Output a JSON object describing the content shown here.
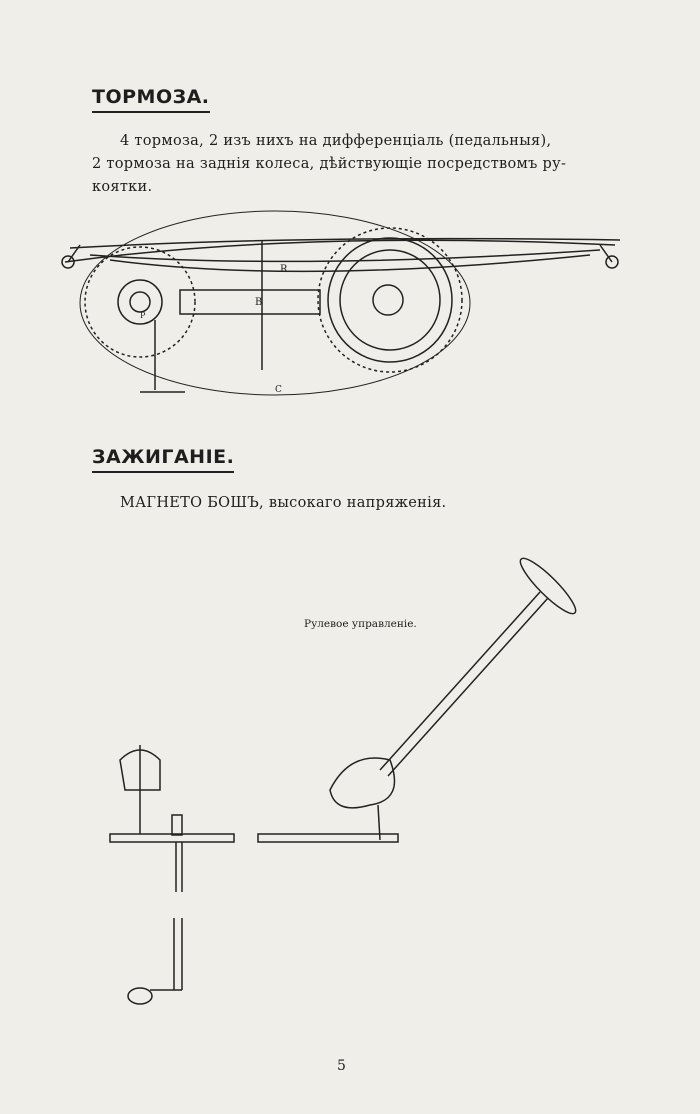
{
  "sections": [
    {
      "heading": "ТОРМОЗА.",
      "lines": [
        "4 тормоза,  2 изъ нихъ  на  дифференціаль (педальныя),",
        "2 тормоза на заднія колеса, дѣйствующіе  посредствомъ ру-",
        "коятки."
      ]
    },
    {
      "heading": "ЗАЖИГАНІЕ.",
      "lines": [
        "МАГНЕТО БОШЪ, высокаго напряженія."
      ]
    }
  ],
  "brake_diagram": {
    "labels": [
      "R",
      "B",
      "P",
      "C"
    ]
  },
  "steering_caption": "Рулевое управленіе.",
  "page_number": "5"
}
